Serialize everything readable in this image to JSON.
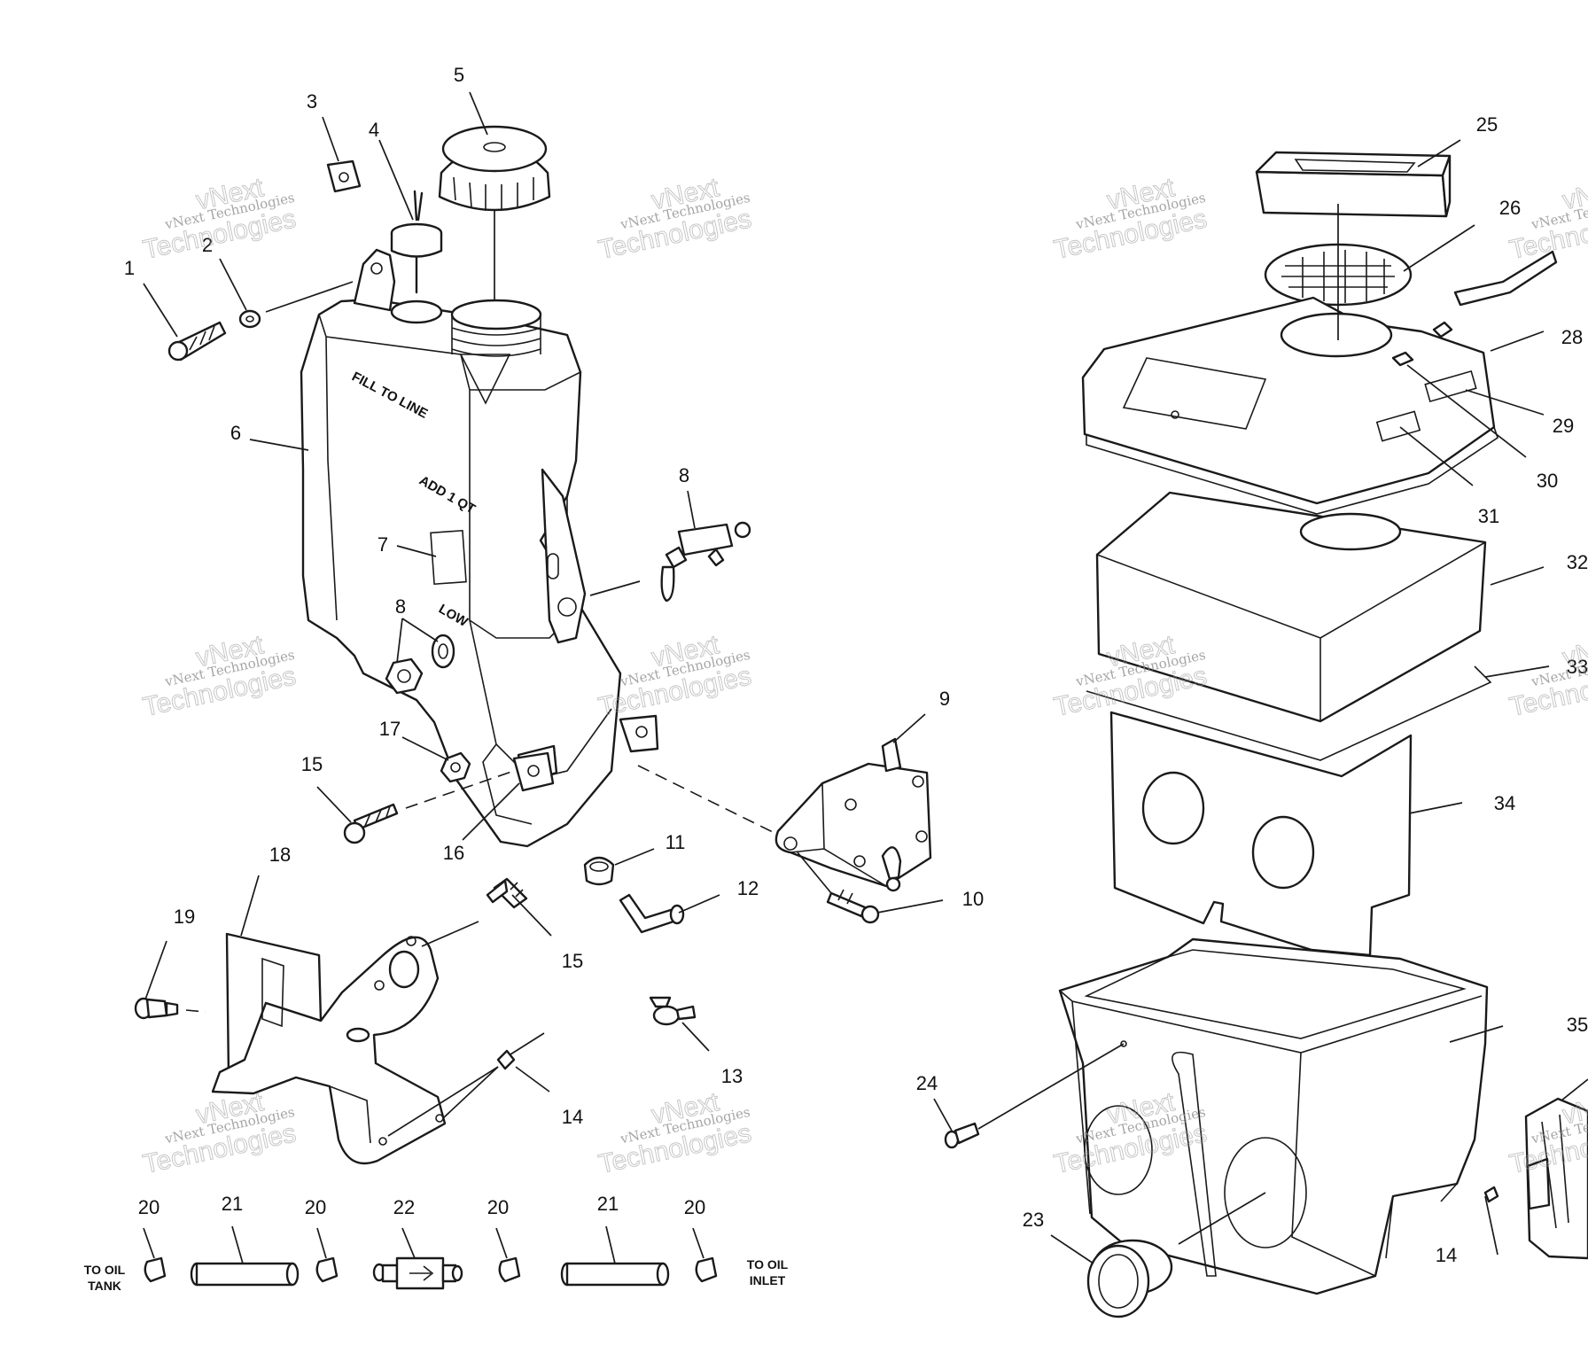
{
  "callouts": [
    {
      "id": "c1",
      "text": "1"
    },
    {
      "id": "c2",
      "text": "2"
    },
    {
      "id": "c3",
      "text": "3"
    },
    {
      "id": "c4",
      "text": "4"
    },
    {
      "id": "c5",
      "text": "5"
    },
    {
      "id": "c6",
      "text": "6"
    },
    {
      "id": "c7",
      "text": "7"
    },
    {
      "id": "c8a",
      "text": "8"
    },
    {
      "id": "c8b",
      "text": "8"
    },
    {
      "id": "c9",
      "text": "9"
    },
    {
      "id": "c10",
      "text": "10"
    },
    {
      "id": "c11",
      "text": "11"
    },
    {
      "id": "c12",
      "text": "12"
    },
    {
      "id": "c13",
      "text": "13"
    },
    {
      "id": "c14a",
      "text": "14"
    },
    {
      "id": "c14b",
      "text": "14"
    },
    {
      "id": "c15a",
      "text": "15"
    },
    {
      "id": "c15b",
      "text": "15"
    },
    {
      "id": "c16",
      "text": "16"
    },
    {
      "id": "c17",
      "text": "17"
    },
    {
      "id": "c18",
      "text": "18"
    },
    {
      "id": "c19",
      "text": "19"
    },
    {
      "id": "c20a",
      "text": "20"
    },
    {
      "id": "c20b",
      "text": "20"
    },
    {
      "id": "c20c",
      "text": "20"
    },
    {
      "id": "c20d",
      "text": "20"
    },
    {
      "id": "c21a",
      "text": "21"
    },
    {
      "id": "c21b",
      "text": "21"
    },
    {
      "id": "c22",
      "text": "22"
    },
    {
      "id": "c23",
      "text": "23"
    },
    {
      "id": "c24",
      "text": "24"
    },
    {
      "id": "c25",
      "text": "25"
    },
    {
      "id": "c26",
      "text": "26"
    },
    {
      "id": "c28",
      "text": "28"
    },
    {
      "id": "c29",
      "text": "29"
    },
    {
      "id": "c30",
      "text": "30"
    },
    {
      "id": "c31",
      "text": "31"
    },
    {
      "id": "c32",
      "text": "32"
    },
    {
      "id": "c33",
      "text": "33"
    },
    {
      "id": "c34",
      "text": "34"
    },
    {
      "id": "c35",
      "text": "35"
    }
  ],
  "labels": {
    "to_oil_tank_1": "TO OIL",
    "to_oil_tank_2": "TANK",
    "to_oil_inlet_1": "TO OIL",
    "to_oil_inlet_2": "INLET",
    "fill_to_line": "FILL TO LINE",
    "add_1_qt": "ADD 1 QT",
    "low": "LOW"
  },
  "watermark": {
    "line1": "vNext Technologies",
    "line2": "vNext",
    "line3": "Technologies"
  }
}
